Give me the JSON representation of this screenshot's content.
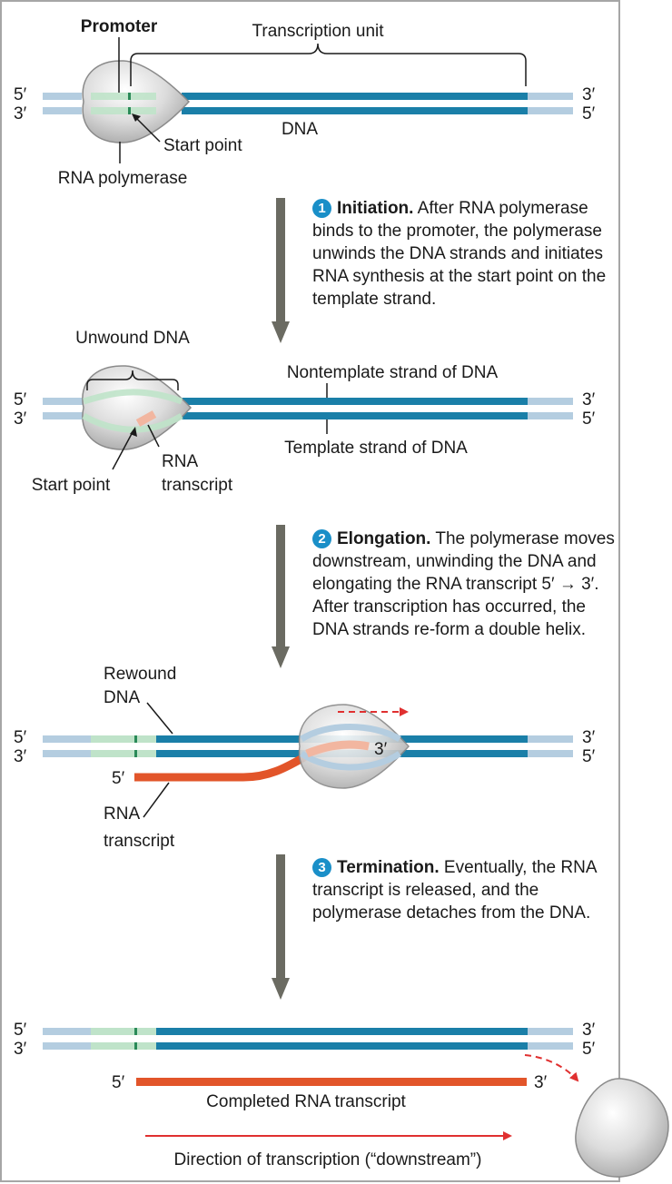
{
  "stage1": {
    "promoter": "Promoter",
    "transcription_unit": "Transcription unit",
    "dna": "DNA",
    "start_point": "Start point",
    "rna_polymerase": "RNA polymerase",
    "end_top_left": "5′",
    "end_bottom_left": "3′",
    "end_top_right": "3′",
    "end_bottom_right": "5′"
  },
  "step1": {
    "number": "1",
    "title": "Initiation.",
    "body": "After RNA polymerase binds to the promoter, the polymerase unwinds the DNA strands and initiates RNA synthesis at the start point on the template strand."
  },
  "stage2": {
    "unwound_dna": "Unwound DNA",
    "nontemplate": "Nontemplate strand of DNA",
    "template": "Template strand of DNA",
    "start_point": "Start point",
    "rna_line1": "RNA",
    "rna_line2": "transcript",
    "end_top_left": "5′",
    "end_bottom_left": "3′",
    "end_top_right": "3′",
    "end_bottom_right": "5′"
  },
  "step2": {
    "number": "2",
    "title": "Elongation.",
    "body": "The polymerase moves downstream, unwinding the DNA and elongating the RNA transcript 5′ → 3′. After transcription has occurred, the DNA strands re-form a double helix."
  },
  "stage3": {
    "rewound_line1": "Rewound",
    "rewound_line2": "DNA",
    "rna_line1": "RNA",
    "rna_line2": "transcript",
    "rna_5": "5′",
    "rna_3": "3′",
    "end_top_left": "5′",
    "end_bottom_left": "3′",
    "end_top_right": "3′",
    "end_bottom_right": "5′"
  },
  "step3": {
    "number": "3",
    "title": "Termination.",
    "body": "Eventually, the RNA transcript is released, and the polymerase detaches from the DNA."
  },
  "stage4": {
    "rna_5": "5′",
    "rna_3": "3′",
    "completed": "Completed RNA transcript",
    "direction": "Direction of transcription (“downstream”)",
    "end_top_left": "5′",
    "end_bottom_left": "3′",
    "end_top_right": "3′",
    "end_bottom_right": "5′"
  },
  "colors": {
    "dna_strand": "#1a7fa8",
    "dna_light": "#b4cde0",
    "promoter_green": "#bfe3c9",
    "rna_transcript": "#e2552a",
    "rna_light": "#f2b6a0",
    "arrow_gray": "#6b6b62",
    "red_arrow": "#e03030",
    "frame_gray": "#a6a6a6",
    "badge_blue": "#1a8fc8"
  }
}
